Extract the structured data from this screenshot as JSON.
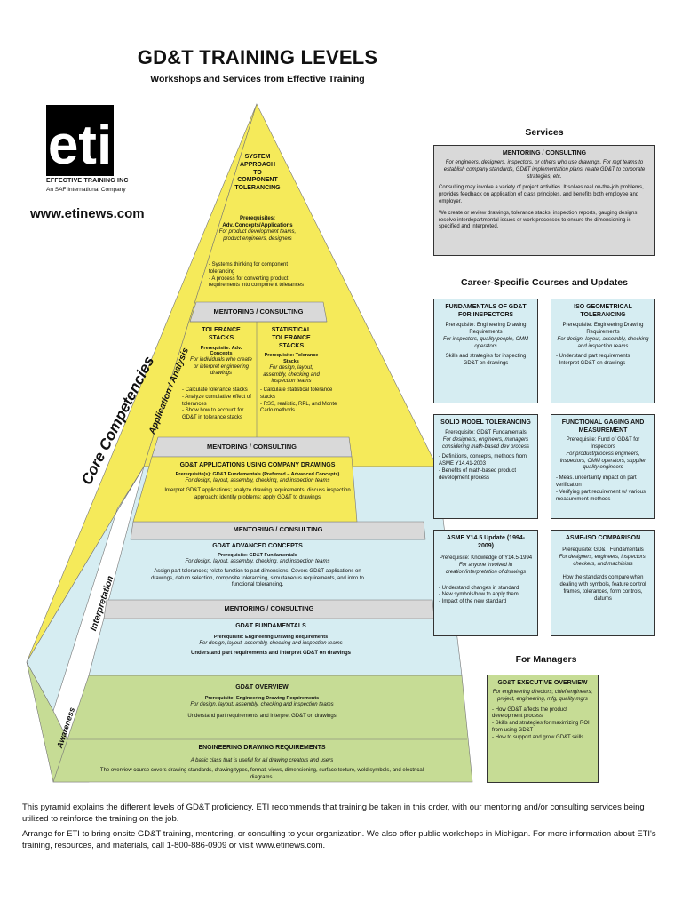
{
  "header": {
    "title": "GD&T TRAINING LEVELS",
    "subtitle": "Workshops and Services from Effective Training"
  },
  "logo": {
    "mark": "eti",
    "name": "EFFECTIVE TRAINING INC",
    "tagline": "An SAF International Company"
  },
  "website": "www.etinews.com",
  "colors": {
    "yellow": "#f5ea5a",
    "blue": "#d6edf2",
    "green": "#c6dc95",
    "gray": "#d9d9d9"
  },
  "side_labels": {
    "core": "Core Competencies",
    "application": "Application / Analysis",
    "interpretation": "Interpretation",
    "awareness": "Awareness"
  },
  "pyramid": {
    "top": {
      "title": [
        "SYSTEM",
        "APPROACH",
        "TO",
        "COMPONENT",
        "TOLERANCING"
      ],
      "prereq_label": "Prerequisites:",
      "prereq": "Adv. Concepts/Applications",
      "audience": "For product development teams, product engineers, designers",
      "bullets": [
        "- Systems thinking for component tolerancing",
        "- A process for converting product requirements into component tolerances"
      ]
    },
    "mentoring": "MENTORING / CONSULTING",
    "tolerance_stacks": {
      "title": "TOLERANCE STACKS",
      "prereq": "Prerequisite: Adv. Concepts",
      "audience": "For individuals who create or interpret engineering drawings",
      "bullets": [
        "- Calculate tolerance stacks",
        "- Analyze cumulative effect of tolerances",
        "- Show how to account for GD&T in tolerance stacks"
      ]
    },
    "statistical": {
      "title": "STATISTICAL TOLERANCE STACKS",
      "prereq": "Prerequisite: Tolerance Stacks",
      "audience": "For design, layout, assembly, checking and inspection teams",
      "bullets": [
        "- Calculate statistical tolerance stacks",
        "- RSS, realistic, RPL, and Monte Carlo methods"
      ]
    },
    "applications": {
      "title": "GD&T APPLICATIONS USING COMPANY DRAWINGS",
      "prereq": "Prerequisite(s): GD&T Fundamentals (Preferred – Advanced Concepts)",
      "audience": "For design, layout, assembly, checking, and inspection teams",
      "desc": "Interpret GD&T applications; analyze drawing requirements; discuss inspection approach; identify problems; apply GD&T to drawings"
    },
    "advanced": {
      "title": "GD&T ADVANCED CONCEPTS",
      "prereq": "Prerequisite: GD&T Fundamentals",
      "audience": "For design, layout, assembly, checking, and inspection teams",
      "desc": "Assign part tolerances; relate function to part dimensions. Covers GD&T applications on drawings, datum selection, composite tolerancing, simultaneous requirements, and intro to functional tolerancing."
    },
    "fundamentals": {
      "title": "GD&T FUNDAMENTALS",
      "prereq": "Prerequisite: Engineering Drawing Requirements",
      "audience": "For design, layout, assembly, checking and inspection teams",
      "desc": "Understand part requirements and interpret GD&T on drawings"
    },
    "overview": {
      "title": "GD&T OVERVIEW",
      "prereq": "Prerequisite: Engineering Drawing Requirements",
      "audience": "For design, layout, assembly, checking and inspection teams",
      "desc": "Understand part requirements and interpret GD&T on drawings"
    },
    "edr": {
      "title": "ENGINEERING DRAWING REQUIREMENTS",
      "audience": "A basic class that is useful for all drawing creators and users",
      "desc": "The overview course covers drawing standards, drawing types, format, views, dimensioning, surface texture, weld symbols, and electrical diagrams."
    }
  },
  "services": {
    "heading": "Services",
    "box": {
      "title": "MENTORING / CONSULTING",
      "audience": "For engineers, designers, inspectors, or others who use drawings. For mgt teams to establish company standards, GD&T implementation plans, relate GD&T to corporate strategies, etc.",
      "p1": "Consulting may involve a variety of project activities. It solves real on-the-job problems, provides feedback on application of class principles, and benefits both employee and employer.",
      "p2": "We create or review drawings, tolerance stacks, inspection reports, gauging designs; resolve interdepartmental issues or work processes to ensure the dimensioning is specified and interpreted."
    }
  },
  "career": {
    "heading": "Career-Specific Courses and Updates",
    "boxes": [
      {
        "title": "FUNDAMENTALS OF GD&T FOR INSPECTORS",
        "prereq": "Prerequisite: Engineering Drawing Requirements",
        "audience": "For inspectors, quality people, CMM operators",
        "desc": "Skills and strategies for inspecting GD&T on drawings"
      },
      {
        "title": "ISO GEOMETRICAL TOLERANCING",
        "prereq": "Prerequisite: Engineering Drawing Requirements",
        "audience": "For design, layout, assembly, checking and inspection teams",
        "b1": "- Understand part requirements",
        "b2": "- Interpret GD&T on drawings"
      },
      {
        "title": "SOLID MODEL TOLERANCING",
        "prereq": "Prerequisite: GD&T Fundamentals",
        "audience": "For designers, engineers, managers considering math-based dev process",
        "b1": "- Definitions, concepts, methods from ASME Y14.41-2003",
        "b2": "- Benefits of math-based product development process"
      },
      {
        "title": "FUNCTIONAL GAGING AND MEASUREMENT",
        "prereq": "Prerequisite: Fund of GD&T for Inspectors",
        "audience": "For product/process engineers, inspectors, CMM operators, supplier quality engineers",
        "b1": "- Meas. uncertainty impact on part verification",
        "b2": "- Verifying part requirement w/ various measurement methods"
      },
      {
        "title": "ASME Y14.5 Update (1994-2009)",
        "prereq": "Prerequisite: Knowledge of Y14.5-1994",
        "audience": "For anyone involved in creation/interpretation of drawings",
        "b1": "- Understand changes in standard",
        "b2": "- New symbols/how to apply them",
        "b3": "- Impact of the new standard"
      },
      {
        "title": "ASME-ISO COMPARISON",
        "prereq": "Prerequisite: GD&T Fundamentals",
        "audience": "For designers, engineers, inspectors, checkers, and machinists",
        "desc": "How the standards compare when dealing with symbols, feature control frames, tolerances, form controls, datums"
      }
    ]
  },
  "managers": {
    "heading": "For Managers",
    "title": "GD&T EXECUTIVE OVERVIEW",
    "audience": "For engineering directors; chief engineers; project, engineering, mfg, quality mgrs",
    "b1": "- How GD&T affects the product development process",
    "b2": "- Skills and strategies for maximizing ROI from using GD&T",
    "b3": "- How to support and grow GD&T skills"
  },
  "footer": {
    "p1": "This pyramid explains the different levels of GD&T proficiency. ETI recommends that training be taken in this order, with our mentoring and/or consulting services being utilized to reinforce the training on the job.",
    "p2": "Arrange for ETI to bring onsite GD&T training, mentoring, or consulting to your organization. We also offer public workshops in Michigan. For more information about ETI's training, resources, and materials, call 1-800-886-0909 or visit www.etinews.com."
  }
}
